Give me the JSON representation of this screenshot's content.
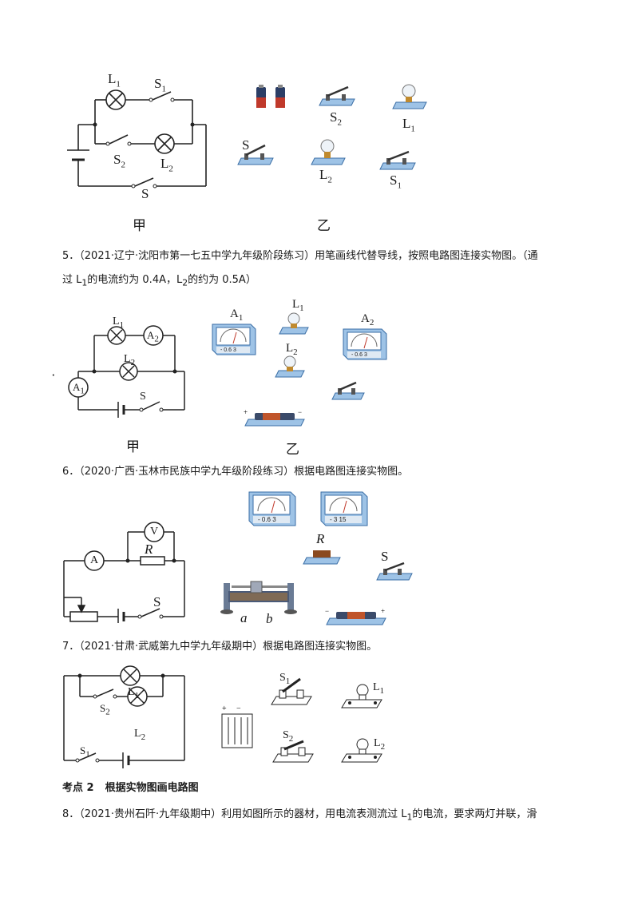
{
  "figure_labels": {
    "jia": "甲",
    "yi": "乙"
  },
  "q4": {
    "circuit": {
      "L1": "L",
      "L1s": "1",
      "S1": "S",
      "S1s": "1",
      "S2": "S",
      "S2s": "2",
      "L2": "L",
      "L2s": "2",
      "S": "S"
    },
    "parts": {
      "S2": "S",
      "S2s": "2",
      "L1": "L",
      "L1s": "1",
      "S": "S",
      "L2": "L",
      "L2s": "2",
      "S1": "S",
      "S1s": "1"
    }
  },
  "q5": {
    "text_a": "5．（2021·辽宁·沈阳市第一七五中学九年级阶段练习）用笔画线代替导线，按照电路图连接实物图。（通",
    "text_b": "过 L",
    "text_b_sub": "1",
    "text_c": "的电流约为 0.4A，L",
    "text_c_sub": "2",
    "text_d": "的约为 0.5A）",
    "circuit": {
      "L1": "L",
      "L1s": "1",
      "A2": "A",
      "A2s": "2",
      "L2": "L",
      "L2s": "2",
      "A1": "A",
      "A1s": "1",
      "S": "S"
    },
    "parts": {
      "A1": "A",
      "A1s": "1",
      "L1": "L",
      "L1s": "1",
      "A2": "A",
      "A2s": "2",
      "L2": "L",
      "L2s": "2",
      "scale": "- 0.6  3"
    }
  },
  "q6": {
    "text": "6．（2020·广西·玉林市民族中学九年级阶段练习）根据电路图连接实物图。",
    "circuit": {
      "V": "V",
      "A": "A",
      "R": "R",
      "S": "S"
    },
    "parts": {
      "R": "R",
      "S": "S",
      "a": "a",
      "b": "b",
      "ammeter_scale": "- 0.6  3",
      "volt_scale": "- 3  15"
    }
  },
  "q7": {
    "text": "7．（2021·甘肃·武威第九中学九年级期中）根据电路图连接实物图。",
    "circuit": {
      "L1": "L",
      "L1s": "1",
      "S2": "S",
      "S2s": "2",
      "L2": "L",
      "L2s": "2",
      "S1": "S",
      "S1s": "1"
    },
    "parts": {
      "S1": "S",
      "S1s": "1",
      "L1": "L",
      "L1s": "1",
      "S2": "S",
      "S2s": "2",
      "L2": "L",
      "L2s": "2"
    }
  },
  "section": {
    "num": "考点 2",
    "title": "根据实物图画电路图"
  },
  "q8": {
    "text_a": "8．（2021·贵州石阡·九年级期中）利用如图所示的器材，用电流表测流过 L",
    "text_a_sub": "1",
    "text_b": "的电流，要求两灯并联，滑"
  }
}
